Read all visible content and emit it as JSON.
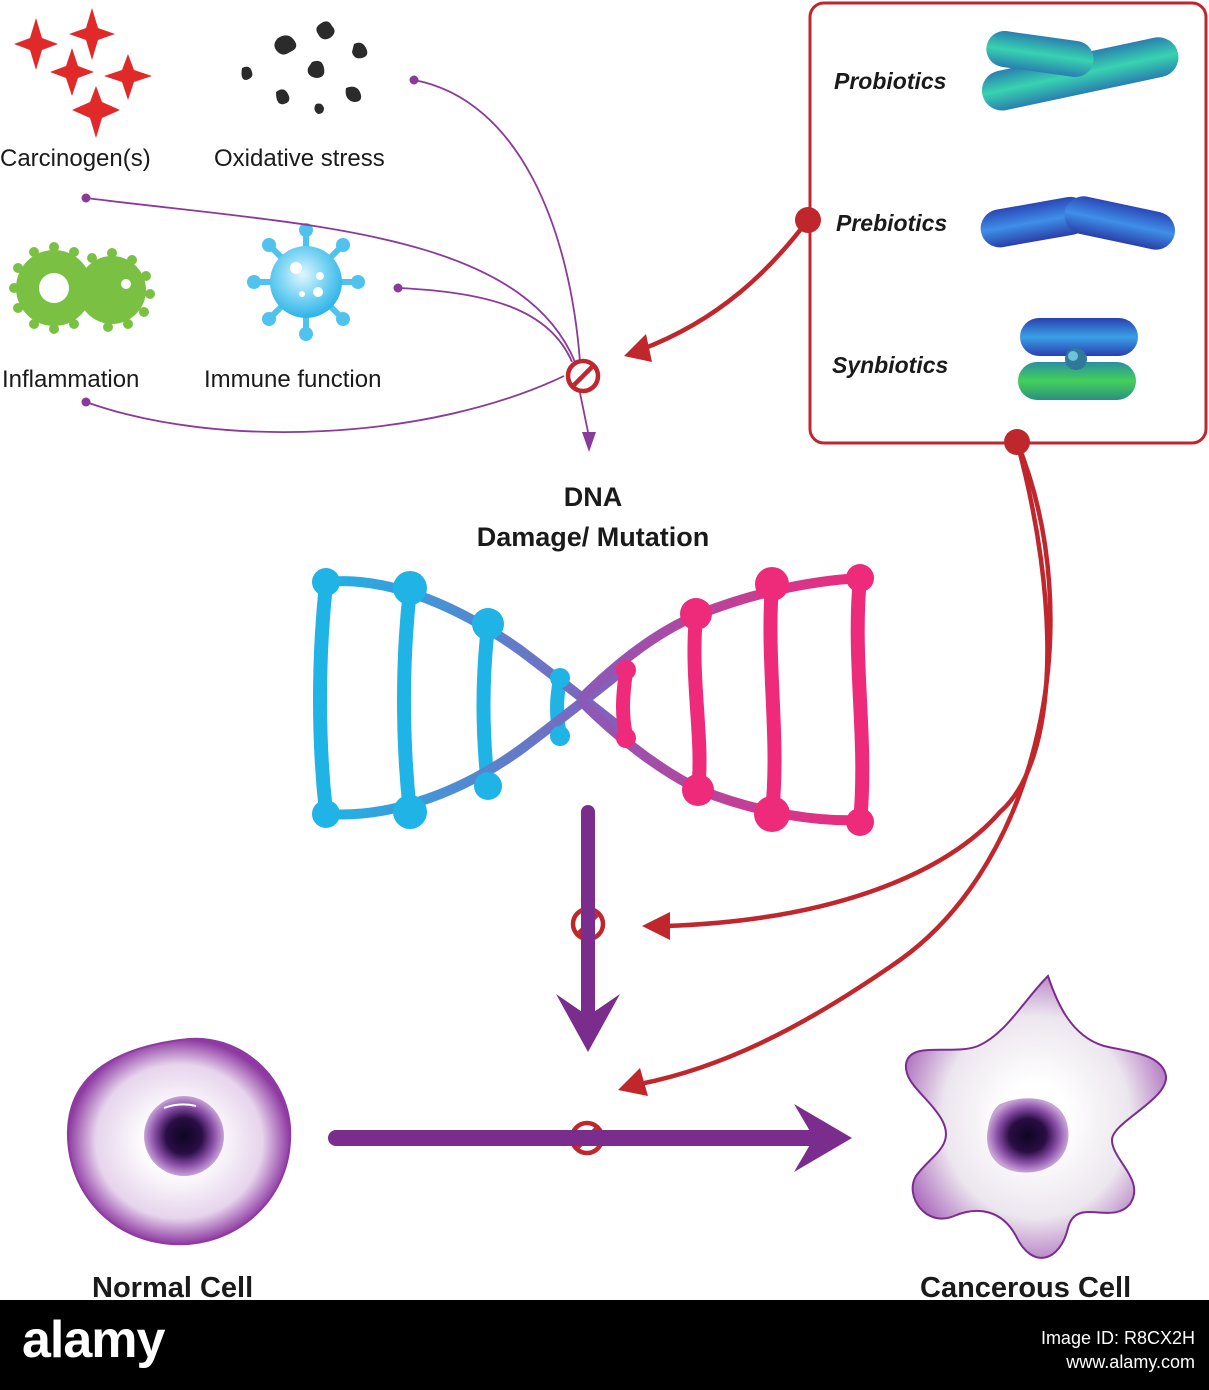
{
  "factors": {
    "carcinogens": "Carcinogen(s)",
    "oxidative_stress": "Oxidative stress",
    "inflammation": "Inflammation",
    "immune_function": "Immune function"
  },
  "agents": {
    "probiotics": "Probiotics",
    "prebiotics": "Prebiotics",
    "synbiotics": "Synbiotics"
  },
  "dna": {
    "title_line1": "DNA",
    "title_line2": "Damage/ Mutation"
  },
  "cells": {
    "normal": "Normal Cell",
    "cancerous": "Cancerous Cell"
  },
  "footer": {
    "brand": "alamy",
    "image_id": "Image ID: R8CX2H",
    "site": "www.alamy.com"
  },
  "colors": {
    "red": "#c0272d",
    "purple": "#7b2d8e",
    "dna_blue": "#1fb3e6",
    "dna_pink": "#ee2a7b"
  }
}
